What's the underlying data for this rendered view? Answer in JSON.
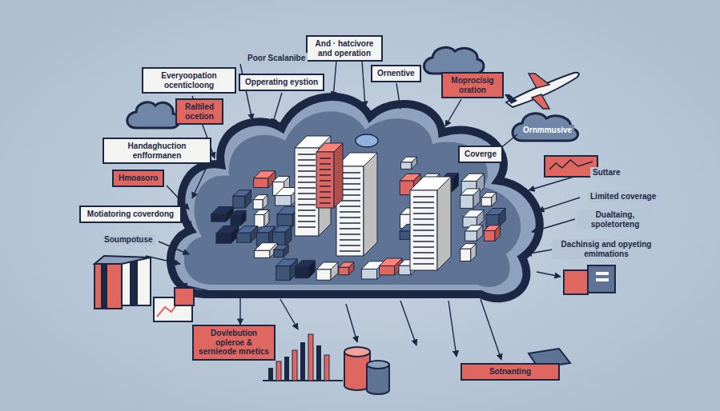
{
  "diagram": {
    "nodes": [
      {
        "text": [
          "And · hatcivore and operation"
        ]
      },
      {
        "text": [
          "Everyoopation ocenticloong"
        ]
      },
      {
        "text": [
          "Ornentive"
        ]
      },
      {
        "text": [
          "Opperating eystion"
        ]
      },
      {
        "text": [
          "Moprocisig oration"
        ]
      },
      {
        "text": [
          "Raltiled ocetion"
        ]
      },
      {
        "text": [
          "Handaghuction enfformanen"
        ]
      },
      {
        "text": [
          "Coverge"
        ]
      },
      {
        "text": [
          "Hmoasoro"
        ]
      },
      {
        "text": [
          "Motiatoring coverdong"
        ]
      },
      {
        "text": [
          "Dov/ebution opleroe & sernieode mnetics"
        ]
      },
      {
        "text": [
          "Sotnanting"
        ]
      }
    ],
    "labels": [
      "Poor Scalanibe",
      "Ornmmusive",
      "Suttare",
      "Limited coverage",
      "Dualtaing, spoletorteng",
      "Dachinsig and opyeting emimations",
      "Soumpotuse"
    ]
  }
}
